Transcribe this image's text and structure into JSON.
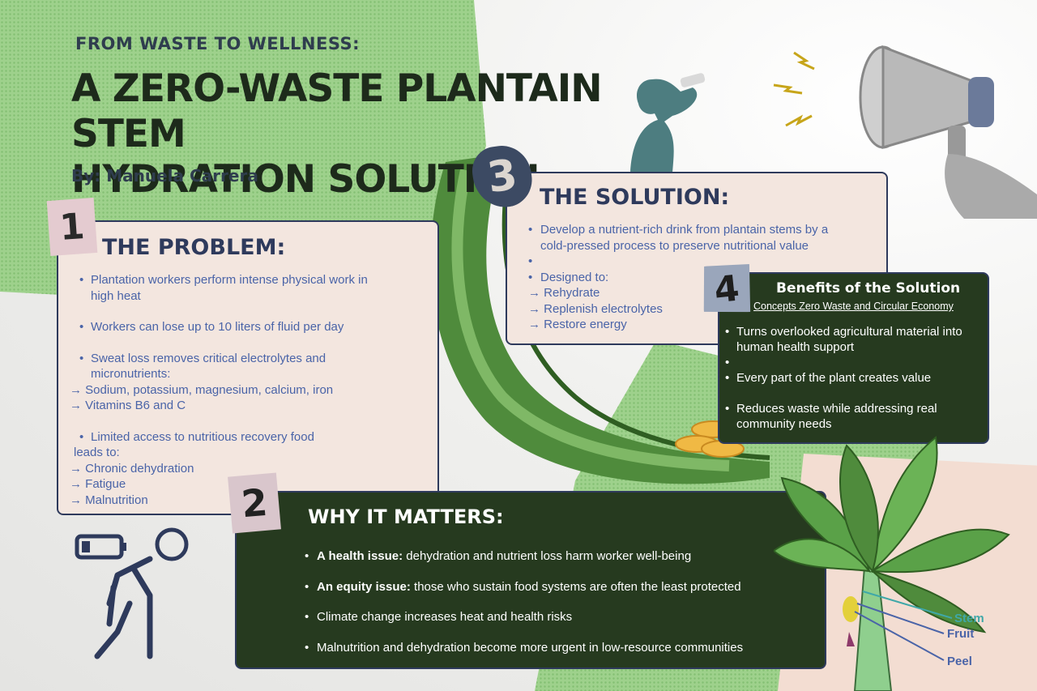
{
  "header": {
    "subtitle": "FROM WASTE TO WELLNESS:",
    "title_line1": "A ZERO-WASTE PLANTAIN STEM",
    "title_line2": "HYDRATION SOLUTION",
    "author": "By: Manuela Carrera"
  },
  "problem": {
    "number": "1",
    "heading": "THE PROBLEM:",
    "b1_l1": "Plantation workers perform intense physical work in",
    "b1_l2": "high heat",
    "b2": "Workers can lose up to 10 liters of fluid per day",
    "b3_l1": "Sweat loss removes critical electrolytes and",
    "b3_l2": "micronutrients:",
    "b3_s1": "→ Sodium, potassium, magnesium, calcium, iron",
    "b3_s2": "→ Vitamins B6 and C",
    "b4_l1": "Limited access to nutritious recovery food",
    "b4_l2": "leads to:",
    "b4_s1": "→ Chronic dehydration",
    "b4_s2": "→ Fatigue",
    "b4_s3": "→ Malnutrition"
  },
  "solution": {
    "number": "3",
    "heading": "THE SOLUTION:",
    "b1_l1": "Develop a nutrient-rich drink from plantain stems by a",
    "b1_l2": "cold-pressed process to preserve nutritional value",
    "b2": "Designed to:",
    "s1": "→ Rehydrate",
    "s2": "→ Replenish electrolytes",
    "s3": "→ Restore energy"
  },
  "benefits": {
    "number": "4",
    "heading": "Benefits of the Solution",
    "sub": "Concepts Zero Waste and Circular Economy",
    "b1_l1": "Turns overlooked agricultural material into",
    "b1_l2": "human health support",
    "b2": "Every part of the plant creates value",
    "b3_l1": "Reduces waste while addressing real",
    "b3_l2": "community needs"
  },
  "matters": {
    "number": "2",
    "heading": "WHY IT MATTERS:",
    "i1_bold": "A health issue:",
    "i1_rest": " dehydration and nutrient loss harm worker well-being",
    "i2_bold": "An equity issue:",
    "i2_rest": " those who sustain food systems are often the least protected",
    "i3": "Climate change increases heat and health risks",
    "i4": "Malnutrition and dehydration become more urgent in low-resource communities"
  },
  "plant_labels": {
    "stem": "Stem",
    "fruit": "Fruit",
    "peel": "Peel"
  },
  "colors": {
    "navy": "#2e3a5c",
    "dark_green": "#263a1f",
    "card_light": "#f3e6df",
    "text_blue": "#4a64a8",
    "bg_green": "#9ed18c",
    "stem_teal": "#3fa8a8"
  }
}
